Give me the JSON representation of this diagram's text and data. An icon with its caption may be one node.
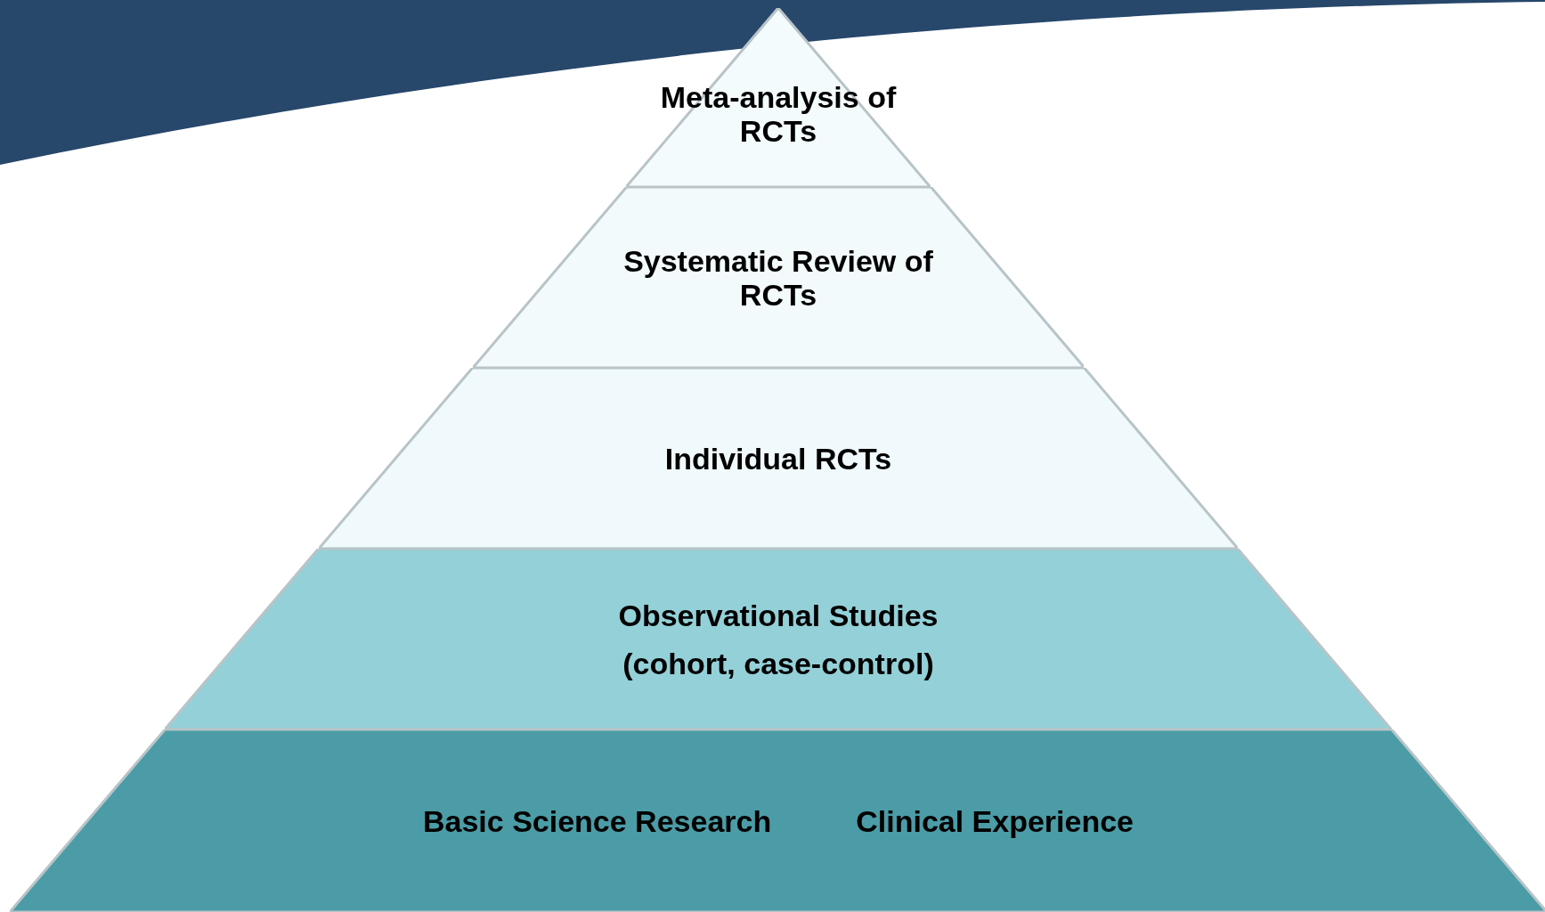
{
  "diagram": {
    "nodes": [
      {
        "text": [
          "Meta-analysis of RCTs"
        ]
      },
      {
        "text": [
          "Systematic Review of RCTs"
        ]
      },
      {
        "text": [
          "Individual RCTs"
        ]
      },
      {
        "text": [
          "Observational Studies (cohort, case-control)"
        ]
      },
      {
        "text": [
          "Basic Science Research",
          "Clinical Experience"
        ]
      }
    ]
  }
}
